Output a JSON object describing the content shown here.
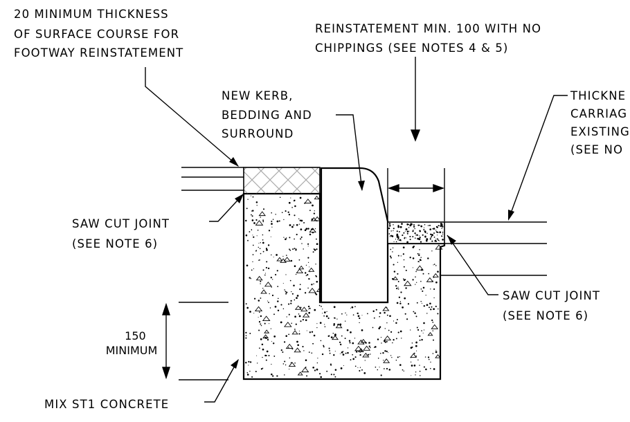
{
  "labels": {
    "footway_min": [
      "20 MINIMUM THICKNESS",
      "OF SURFACE COURSE FOR",
      "FOOTWAY REINSTATEMENT"
    ],
    "reinstatement": [
      "REINSTATEMENT MIN. 100 WITH NO",
      "CHIPPINGS (SEE NOTES 4 & 5)"
    ],
    "new_kerb": [
      "NEW KERB,",
      "BEDDING AND",
      "SURROUND"
    ],
    "thickness_cut": [
      "THICKNE",
      "CARRIAG",
      "EXISTING",
      "(SEE NO"
    ],
    "saw_cut_left": [
      "SAW CUT JOINT",
      "(SEE NOTE 6)"
    ],
    "saw_cut_right": [
      "SAW CUT JOINT",
      "(SEE NOTE 6)"
    ],
    "dimension": [
      "150",
      "MINIMUM"
    ],
    "concrete": "MIX ST1 CONCRETE"
  }
}
